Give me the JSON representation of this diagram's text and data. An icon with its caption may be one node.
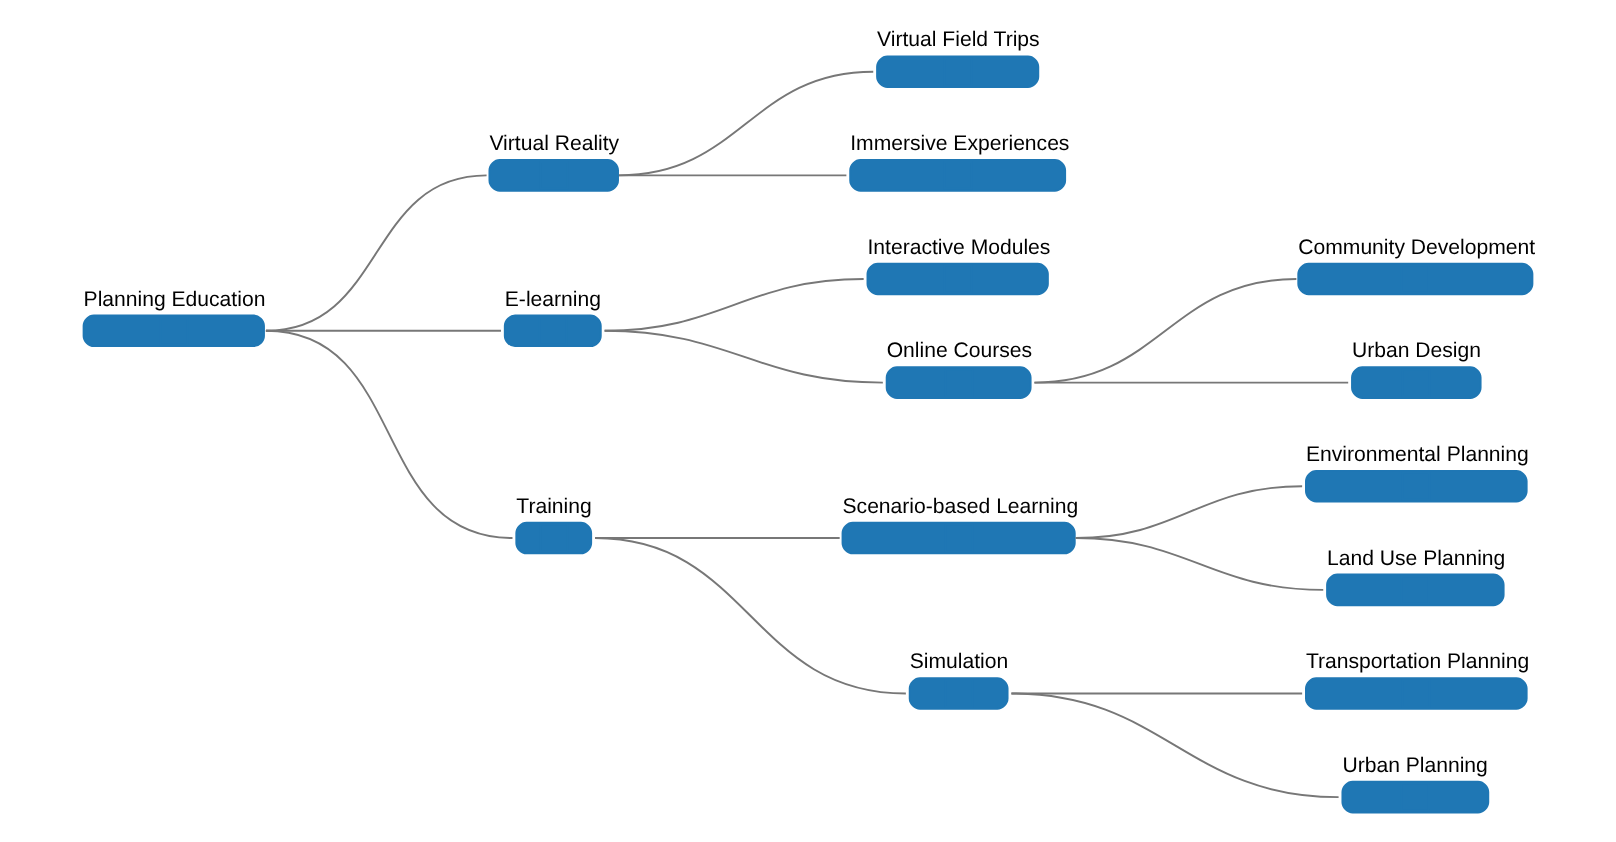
{
  "diagram": {
    "nodes": [
      {
        "text": [
          "Planning Education"
        ]
      },
      {
        "text": [
          "Virtual Reality"
        ]
      },
      {
        "text": [
          "E-learning"
        ]
      },
      {
        "text": [
          "Training"
        ]
      },
      {
        "text": [
          "Virtual Field Trips"
        ]
      },
      {
        "text": [
          "Immersive Experiences"
        ]
      },
      {
        "text": [
          "Interactive Modules"
        ]
      },
      {
        "text": [
          "Online Courses"
        ]
      },
      {
        "text": [
          "Community Development"
        ]
      },
      {
        "text": [
          "Urban Design"
        ]
      },
      {
        "text": [
          "Scenario-based Learning"
        ]
      },
      {
        "text": [
          "Simulation"
        ]
      },
      {
        "text": [
          "Environmental Planning"
        ]
      },
      {
        "text": [
          "Land Use Planning"
        ]
      },
      {
        "text": [
          "Transportation Planning"
        ]
      },
      {
        "text": [
          "Urban Planning"
        ]
      }
    ],
    "edges": [
      {
        "from": 0,
        "to": 1,
        "arrow": "none"
      },
      {
        "from": 0,
        "to": 2,
        "arrow": "none"
      },
      {
        "from": 0,
        "to": 3,
        "arrow": "none"
      },
      {
        "from": 1,
        "to": 4,
        "arrow": "none"
      },
      {
        "from": 1,
        "to": 5,
        "arrow": "none"
      },
      {
        "from": 2,
        "to": 6,
        "arrow": "none"
      },
      {
        "from": 2,
        "to": 7,
        "arrow": "none"
      },
      {
        "from": 7,
        "to": 8,
        "arrow": "none"
      },
      {
        "from": 7,
        "to": 9,
        "arrow": "none"
      },
      {
        "from": 3,
        "to": 10,
        "arrow": "none"
      },
      {
        "from": 3,
        "to": 11,
        "arrow": "none"
      },
      {
        "from": 10,
        "to": 12,
        "arrow": "none"
      },
      {
        "from": 10,
        "to": 13,
        "arrow": "none"
      },
      {
        "from": 11,
        "to": 14,
        "arrow": "none"
      },
      {
        "from": 11,
        "to": 15,
        "arrow": "none"
      }
    ]
  }
}
